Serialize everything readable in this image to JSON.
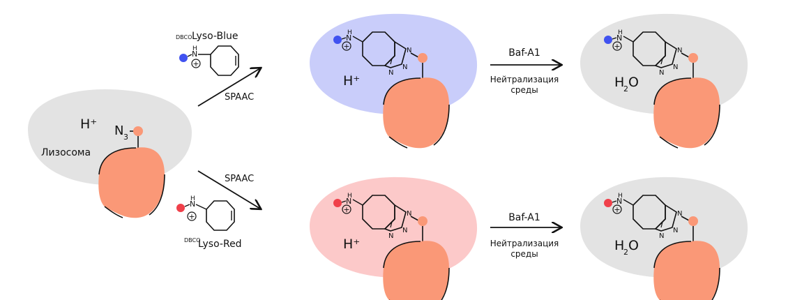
{
  "colors": {
    "cell_gray": "#e3e3e3",
    "cell_blue": "#c9cdfa",
    "cell_red": "#fcc9c9",
    "protein": "#fa9877",
    "dye_blue": "#4052f0",
    "dye_red": "#f0404a",
    "ink": "#111111"
  },
  "left": {
    "compartment_label": "Лизосома",
    "acid_label": "H⁺",
    "azide": {
      "N": "N",
      "sub": "3"
    }
  },
  "probes": {
    "blue": {
      "prefix": "DBCO",
      "name": "Lyso-Blue",
      "nh": "N",
      "h": "H",
      "charge": "+"
    },
    "red": {
      "prefix": "DBCO",
      "name": "Lyso-Red",
      "nh": "N",
      "h": "H",
      "charge": "+"
    }
  },
  "reactions": {
    "top": {
      "label": "SPAAC"
    },
    "bottom": {
      "label": "SPAAC"
    }
  },
  "treatment": {
    "agent": "Baf-A1",
    "line1": "Нейтрализация",
    "line2": "среды"
  },
  "products": {
    "acid": "H⁺",
    "water": {
      "h": "H",
      "sub": "2",
      "o": "O"
    },
    "triazole": {
      "n1": "N",
      "n2": "N",
      "n3": "N"
    }
  }
}
